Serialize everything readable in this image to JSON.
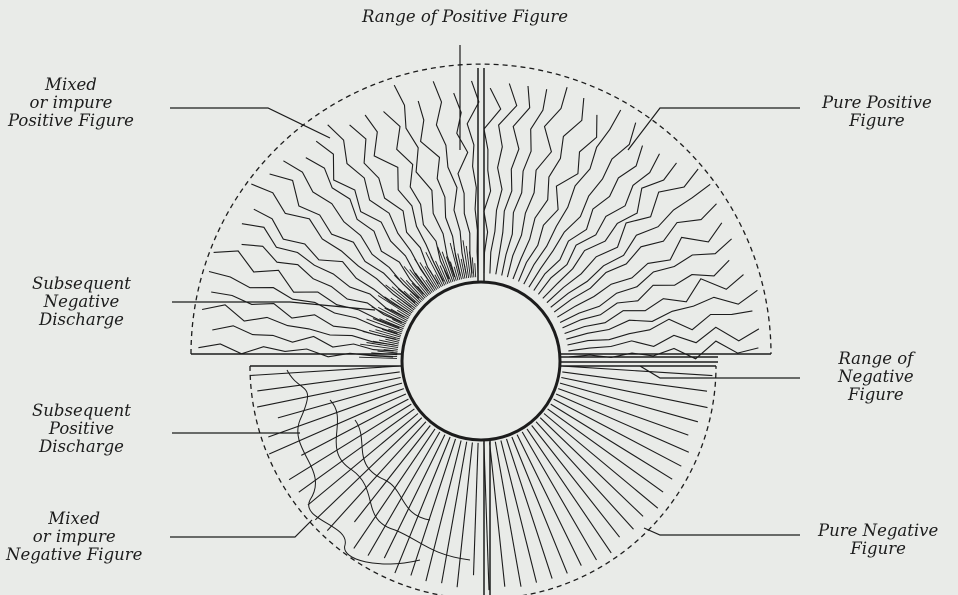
{
  "labels": {
    "range_positive": [
      "Range of Positive Figure"
    ],
    "mixed_positive": [
      "Mixed",
      "or impure",
      "Positive Figure"
    ],
    "pure_positive": [
      "Pure Positive",
      "Figure"
    ],
    "subsequent_negative": [
      "Subsequent",
      "Negative",
      "Discharge"
    ],
    "range_negative": [
      "Range of",
      "Negative",
      "Figure"
    ],
    "subsequent_positive": [
      "Subsequent",
      "Positive",
      "Discharge"
    ],
    "mixed_negative": [
      "Mixed",
      "or impure",
      "Negative Figure"
    ],
    "pure_negative": [
      "Pure Negative",
      "Figure"
    ]
  },
  "colors": {
    "paper": "#e9ebe8",
    "ink": "#1c1c1c"
  }
}
